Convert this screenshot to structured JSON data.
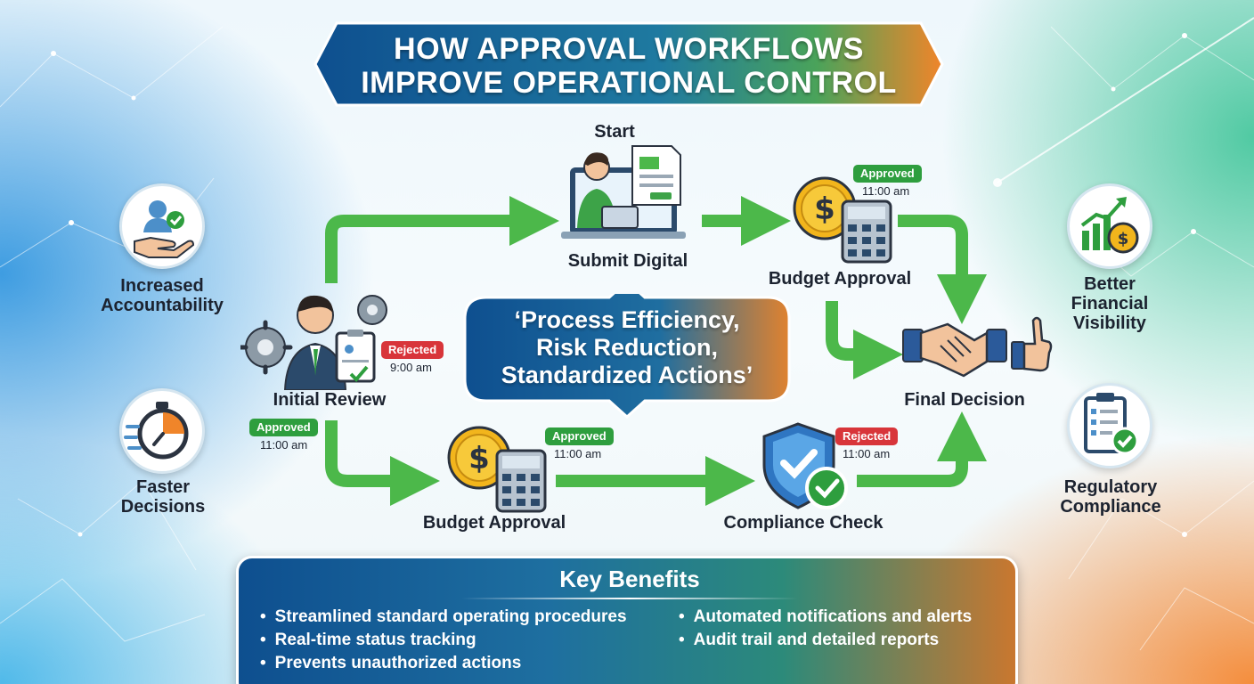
{
  "title": {
    "line1": "HOW APPROVAL WORKFLOWS",
    "line2": "IMPROVE OPERATIONAL CONTROL"
  },
  "flow": {
    "start_label": "Start",
    "submit_label": "Submit Digital",
    "initial_review": {
      "label": "Initial Review",
      "status": "Rejected",
      "time": "9:00 am"
    },
    "initial_approved": {
      "status": "Approved",
      "time": "11:00 am"
    },
    "budget_top": {
      "label": "Budget Approval",
      "status": "Approved",
      "time": "11:00 am"
    },
    "budget_bottom": {
      "label": "Budget Approval",
      "status": "Approved",
      "time": "11:00 am"
    },
    "compliance": {
      "label": "Compliance Check",
      "status": "Rejected",
      "time": "11:00 am"
    },
    "final_label": "Final Decision"
  },
  "center_quote": {
    "line1": "‘Process Efficiency,",
    "line2": "Risk Reduction,",
    "line3": "Standardized Actions’"
  },
  "side_benefits": {
    "accountability": {
      "line1": "Increased",
      "line2": "Accountability"
    },
    "faster": {
      "line1": "Faster",
      "line2": "Decisions"
    },
    "financial": {
      "line1": "Better",
      "line2": "Financial",
      "line3": "Visibility"
    },
    "regulatory": {
      "line1": "Regulatory",
      "line2": "Compliance"
    }
  },
  "key_benefits": {
    "title": "Key Benefits",
    "left": [
      "Streamlined standard operating procedures",
      "Real-time status tracking",
      "Prevents unauthorized actions"
    ],
    "right": [
      "Automated notifications and alerts",
      "Audit trail and detailed reports"
    ]
  },
  "colors": {
    "approved": "#2e9e3e",
    "rejected": "#d8353a",
    "arrow": "#4cb84a",
    "banner_blue": "#0f5a9a",
    "banner_orange": "#e8822c"
  }
}
